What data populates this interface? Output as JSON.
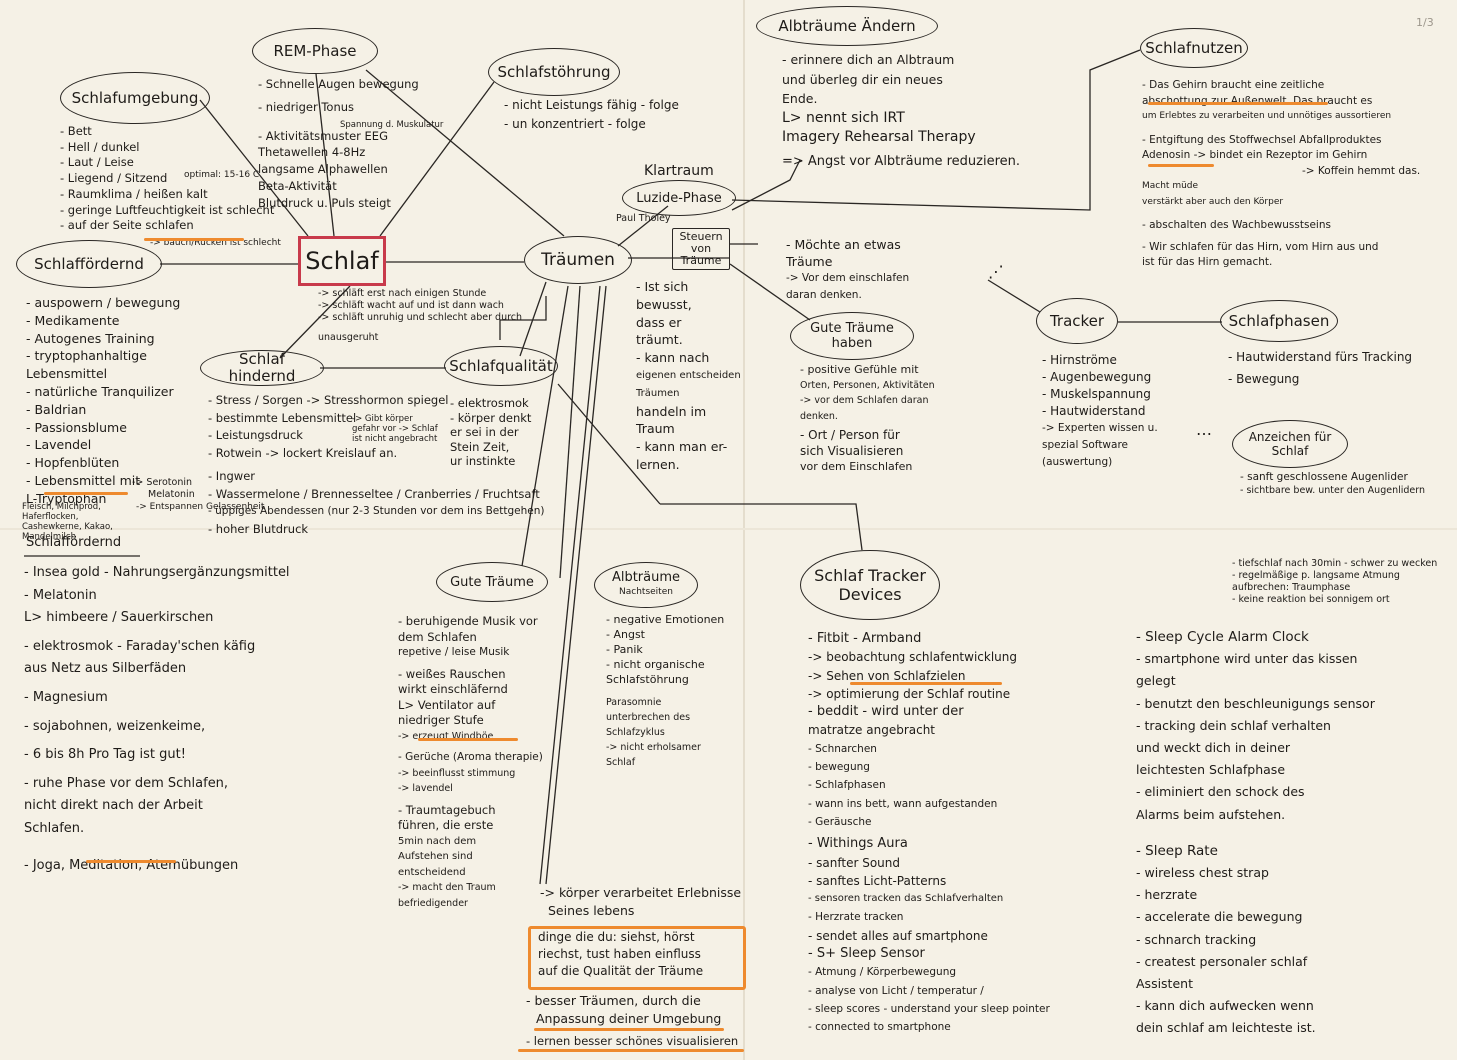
{
  "center": "Schlaf",
  "nodes": {
    "schlafumgebung": "Schlafumgebung",
    "rem_phase": "REM-Phase",
    "schlafstoerung": "Schlafstöhrung",
    "schlaffoerdernd": "Schlaffördernd",
    "schlaf_hindernd": "Schlaf hindernd",
    "schlafqualitaet": "Schlafqualität",
    "traeumen": "Träumen",
    "klartraum": "Klartraum",
    "luzide_phase": "Luzide-Phase",
    "paul_tholey": "Paul Tholey",
    "steuern_von_traeume": "Steuern von Träume",
    "gute_traeume_haben": "Gute Träume haben",
    "albtraeume_aendern": "Albträume Ändern",
    "schlafnutzen": "Schlafnutzen",
    "tracker": "Tracker",
    "schlafphasen": "Schlafphasen",
    "anzeichen_fuer_schlaf": "Anzeichen für Schlaf",
    "gute_traeume": "Gute Träume",
    "albtraeume": "Albträume",
    "albtraeume_sub": "Nachtseiten",
    "schlaf_tracker_devices": "Schlaf Tracker Devices",
    "schlaffoerdernd_2": "Schlaffördernd"
  },
  "center_notes": [
    "-> schläft erst nach einigen Stunde",
    "-> schläft wacht auf und ist dann wach",
    "-> schläft unruhig und schlecht aber durch",
    "unausgeruht"
  ],
  "schlafumgebung_items": [
    "- Bett",
    "- Hell / dunkel",
    "- Laut / Leise",
    "- Liegend / Sitzend",
    "- Raumklima / heißen kalt",
    "- geringe Luftfeuchtigkeit ist schlecht",
    "- auf der Seite schlafen"
  ],
  "schlafumgebung_notes": {
    "optimal": "optimal: 15-16 C",
    "bauch": "-> bauch/Rücken ist schlecht"
  },
  "rem_items": [
    "- Schnelle Augen bewegung",
    "- niedriger Tonus",
    "- Aktivitätsmuster EEG",
    "Thetawellen 4-8Hz",
    "langsame Alphawellen",
    "Beta-Aktivität",
    "Blutdruck u. Puls steigt"
  ],
  "rem_note": "Spannung d. Muskulatur",
  "schlafstoerung_items": [
    "- nicht Leistungs fähig - folge",
    "- un konzentriert - folge"
  ],
  "schlaffoerdernd_items": [
    "- auspowern / bewegung",
    "- Medikamente",
    "- Autogenes Training",
    "- tryptophanhaltige",
    "  Lebensmittel",
    "- natürliche Tranquilizer",
    "- Baldrian",
    "- Passionsblume",
    "- Lavendel",
    "- Hopfenblüten",
    "- Lebensmittel mit",
    "  L-Tryptophan"
  ],
  "tryptophan_notes": {
    "serotonin": "-> Serotonin",
    "melatonin": "Melatonin",
    "entspannen": "-> Entspannen Gelassenheit",
    "foods": "Fleisch, Milchprod, Haferflocken, Cashewkerne, Kakao, Mandelmilch"
  },
  "hindernd_items": [
    "- Stress / Sorgen -> Stresshormon spiegel",
    "- bestimmte Lebensmittel",
    "- Leistungsdruck",
    "- Rotwein -> lockert Kreislauf an.",
    "- Ingwer",
    "- Wassermelone / Brennesseltee / Cranberries / Fruchtsaft",
    "- üppiges Abendessen (nur 2-3 Stunden vor dem ins Bettgehen)",
    "- hoher Blutdruck"
  ],
  "hindernd_note": "-> Gibt körper gefahr vor -> Schlaf ist nicht angebracht",
  "qualitaet_items": [
    "- elektrosmok",
    "- körper denkt",
    "  er sei in der",
    "  Stein Zeit,",
    "  ur instinkte"
  ],
  "klartraum_items": [
    "- Ist sich",
    "  bewusst,",
    "  dass er",
    "  träumt.",
    "- kann nach",
    "  eigenen entscheiden",
    "  Träumen",
    "  handeln im",
    "  Traum",
    "- kann man er-",
    "  lernen."
  ],
  "steuern_items": [
    "- Möchte an etwas",
    "  Träume",
    "  -> Vor dem einschlafen",
    "  daran denken."
  ],
  "gute_haben_items": [
    "- positive Gefühle mit",
    "  Orten, Personen, Aktivitäten",
    "  -> vor dem Schlafen daran",
    "  denken.",
    "- Ort / Person für",
    "  sich Visualisieren",
    "  vor dem Einschlafen"
  ],
  "albtraeume_aendern_items": [
    "- erinnere dich an Albtraum",
    "  und überleg dir ein neues",
    "  Ende.",
    "  L> nennt sich IRT",
    "  Imagery Rehearsal Therapy",
    "=> Angst vor Albträume reduzieren."
  ],
  "schlafnutzen_items": [
    "- Das Gehirn braucht eine zeitliche",
    "  abschottung zur Außenwelt. Das braucht es",
    "  um Erlebtes zu verarbeiten und unnötiges aussortieren",
    "- Entgiftung des Stoffwechsel Abfallproduktes",
    "  Adenosin -> bindet ein Rezeptor im Gehirn",
    "  -> Koffein hemmt das.",
    "  Macht müde",
    "  verstärkt aber auch den Körper",
    "- abschalten des Wachbewusstseins",
    "- Wir schlafen für das Hirn, vom Hirn aus und",
    "  ist für das Hirn gemacht."
  ],
  "tracker_items": [
    "- Hirnströme",
    "- Augenbewegung",
    "- Muskelspannung",
    "- Hautwiderstand",
    "-> Experten wissen u.",
    "   spezial Software",
    "   (auswertung)"
  ],
  "schlafphasen_items": [
    "- Hautwiderstand fürs Tracking",
    "- Bewegung"
  ],
  "anzeichen_items": [
    "- sanft geschlossene Augenlider",
    "- sichtbare bew. unter den Augenlidern"
  ],
  "gute_traeume_items": [
    "- beruhigende Musik vor",
    "  dem Schlafen",
    "  repetive / leise Musik",
    "- weißes Rauschen",
    "  wirkt einschläfernd",
    "  L> Ventilator auf",
    "  niedriger Stufe",
    "  -> erzeugt Windböe",
    "- Gerüche (Aroma therapie)",
    "  -> beeinflusst stimmung",
    "  -> lavendel",
    "- Traumtagebuch",
    "  führen, die erste",
    "  5min nach dem",
    "  Aufstehen sind",
    "  entscheidend",
    "  -> macht den Traum",
    "  befriedigender"
  ],
  "albtraeume_items": [
    "- negative Emotionen",
    "- Angst",
    "- Panik",
    "- nicht organische",
    "  Schlafstöhrung",
    "  Parasomnie",
    "  unterbrechen des",
    "  Schlafzyklus",
    "  -> nicht erholsamer",
    "  Schlaf"
  ],
  "traeumen_items": {
    "koerper": "-> körper verarbeitet Erlebnisse",
    "koerper2": "Seines lebens",
    "dinge1": "dinge die du: siehst, hörst",
    "dinge2": "riechst, tust haben einfluss",
    "dinge3": "auf die Qualität der Träume",
    "besser1": "- besser Träumen, durch die",
    "besser2": "Anpassung deiner Umgebung",
    "lernen": "- lernen besser schönes visualisieren"
  },
  "schlaffoerdernd2_items": [
    "- Insea gold - Nahrungsergänzungsmittel",
    "- Melatonin",
    "  L> himbeere / Sauerkirschen",
    "- elektrosmok - Faraday'schen käfig",
    "  aus Netz aus Silberfäden",
    "- Magnesium",
    "- sojabohnen, weizenkeime,",
    "- 6 bis 8h Pro Tag ist gut!",
    "- ruhe Phase vor dem Schlafen,",
    "  nicht direkt nach der Arbeit",
    "  Schlafen.",
    "- Joga, Meditation, Atemübungen"
  ],
  "devices_col1": [
    "- Fitbit - Armband",
    "  -> beobachtung schlafentwicklung",
    "  -> Sehen von Schlafzielen",
    "  -> optimierung der Schlaf routine",
    "- beddit - wird unter der",
    "  matratze angebracht",
    "  - Schnarchen",
    "  - bewegung",
    "  - Schlafphasen",
    "  - wann ins bett, wann aufgestanden",
    "  - Geräusche",
    "- Withings Aura",
    "  - sanfter Sound",
    "  - sanftes Licht-Patterns",
    "  - sensoren tracken das Schlafverhalten",
    "  - Herzrate tracken",
    "  - sendet alles auf smartphone",
    "- S+ Sleep Sensor",
    "  - Atmung / Körperbewegung",
    "  - analyse von Licht / temperatur /",
    "  - sleep scores - understand your sleep pointer",
    "  - connected to smartphone"
  ],
  "devices_col2": [
    "- Sleep Cycle Alarm Clock",
    "  - smartphone wird unter das kissen",
    "    gelegt",
    "  - benutzt den beschleunigungs sensor",
    "  - tracking dein schlaf verhalten",
    "    und weckt dich in deiner",
    "    leichtesten Schlafphase",
    "  - eliminiert den schock des",
    "    Alarms beim aufstehen.",
    "- Sleep Rate",
    "  - wireless chest strap",
    "  - herzrate",
    "  - accelerate die bewegung",
    "  - schnarch tracking",
    "  - createst personaler schlaf",
    "    Assistent",
    "  - kann dich aufwecken wenn",
    "    dein schlaf am leichteste ist."
  ],
  "devices_note": [
    "- tiefschlaf nach 30min - schwer zu wecken",
    "- regelmäßige p. langsame Atmung",
    "  aufbrechen: Traumphase",
    "- keine reaktion bei sonnigem ort"
  ],
  "corner_mark": "1/3"
}
